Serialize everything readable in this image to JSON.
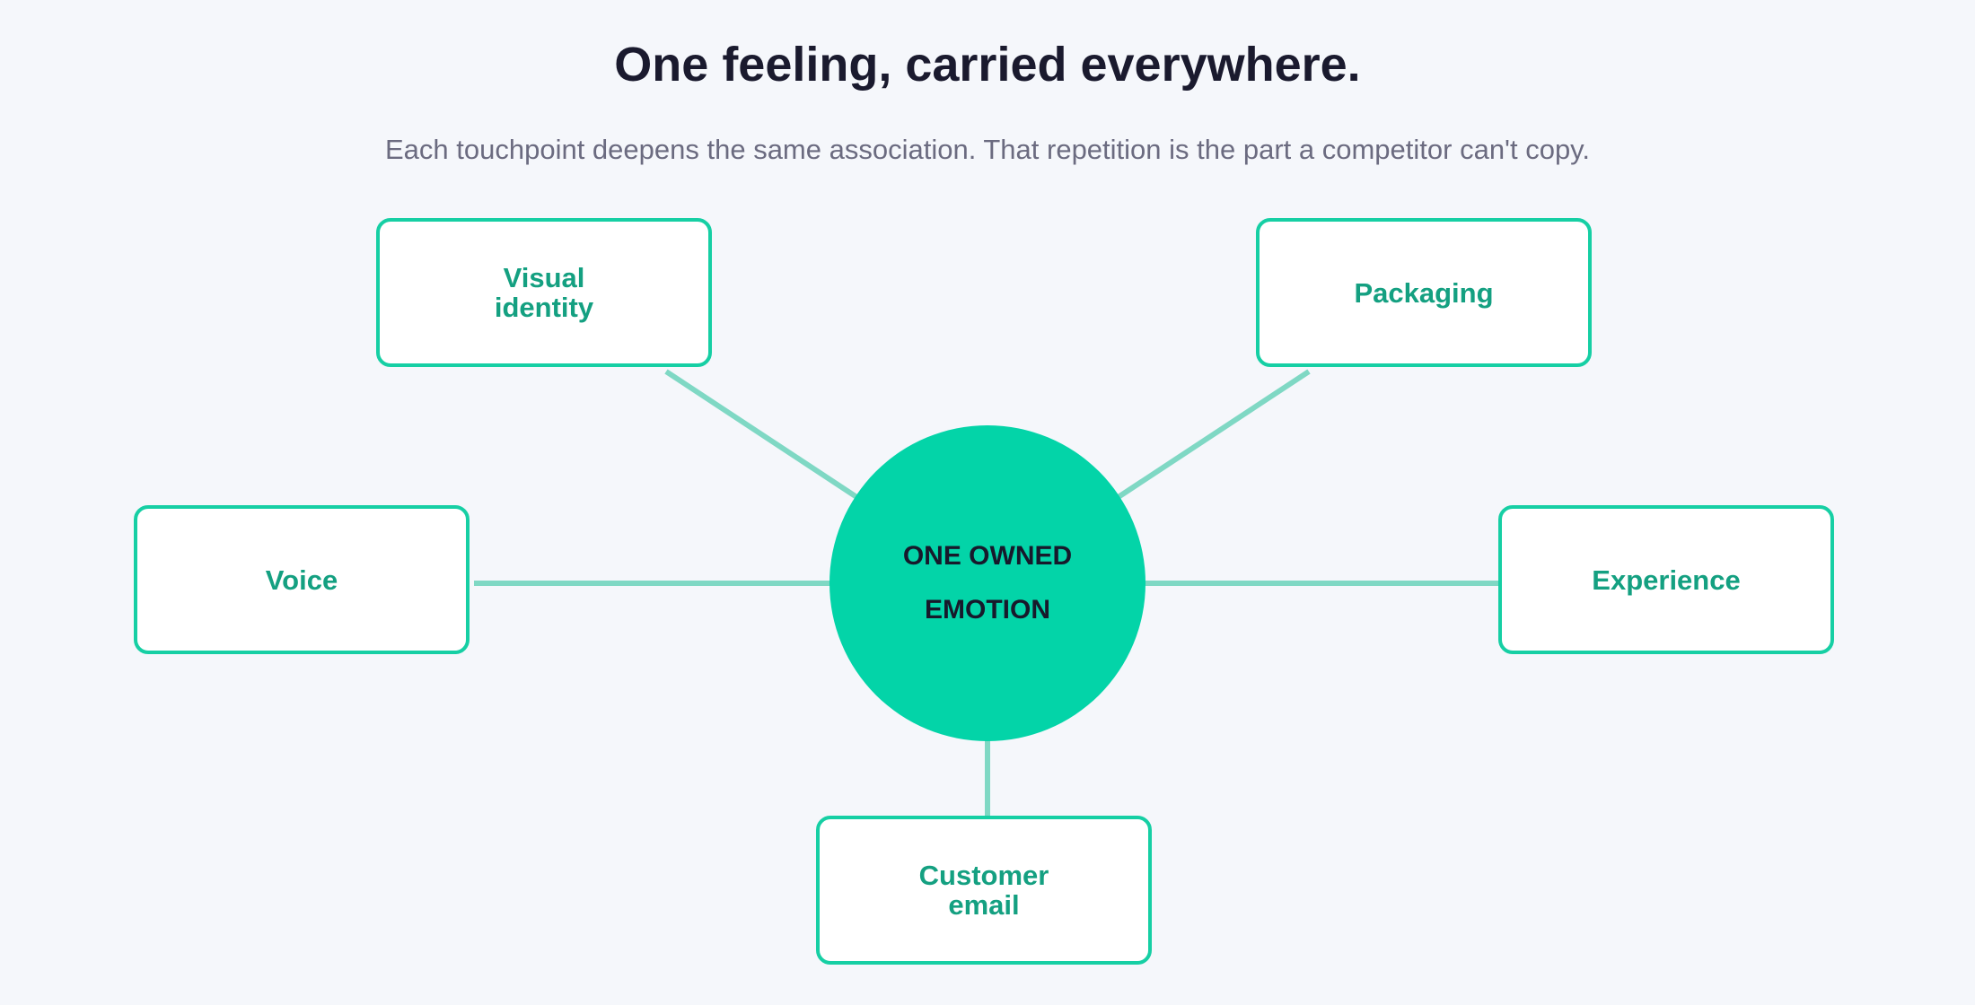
{
  "header": {
    "title": "One feeling, carried everywhere.",
    "subtitle": "Each touchpoint deepens the same association. That repetition is the part a competitor can't copy."
  },
  "hub": {
    "label": "ONE OWNED EMOTION"
  },
  "nodes": [
    {
      "id": "visual-identity",
      "label": "Visual\nidentity"
    },
    {
      "id": "packaging",
      "label": "Packaging"
    },
    {
      "id": "voice",
      "label": "Voice"
    },
    {
      "id": "experience",
      "label": "Experience"
    },
    {
      "id": "customer-email",
      "label": "Customer\nemail"
    }
  ],
  "colors": {
    "background": "#f5f7fb",
    "hub_fill": "#03d4a8",
    "node_border": "#16cfa4",
    "node_text": "#14a081",
    "connector": "#7fd8c4",
    "title": "#1a1a2e",
    "subtitle": "#6b6b80"
  }
}
